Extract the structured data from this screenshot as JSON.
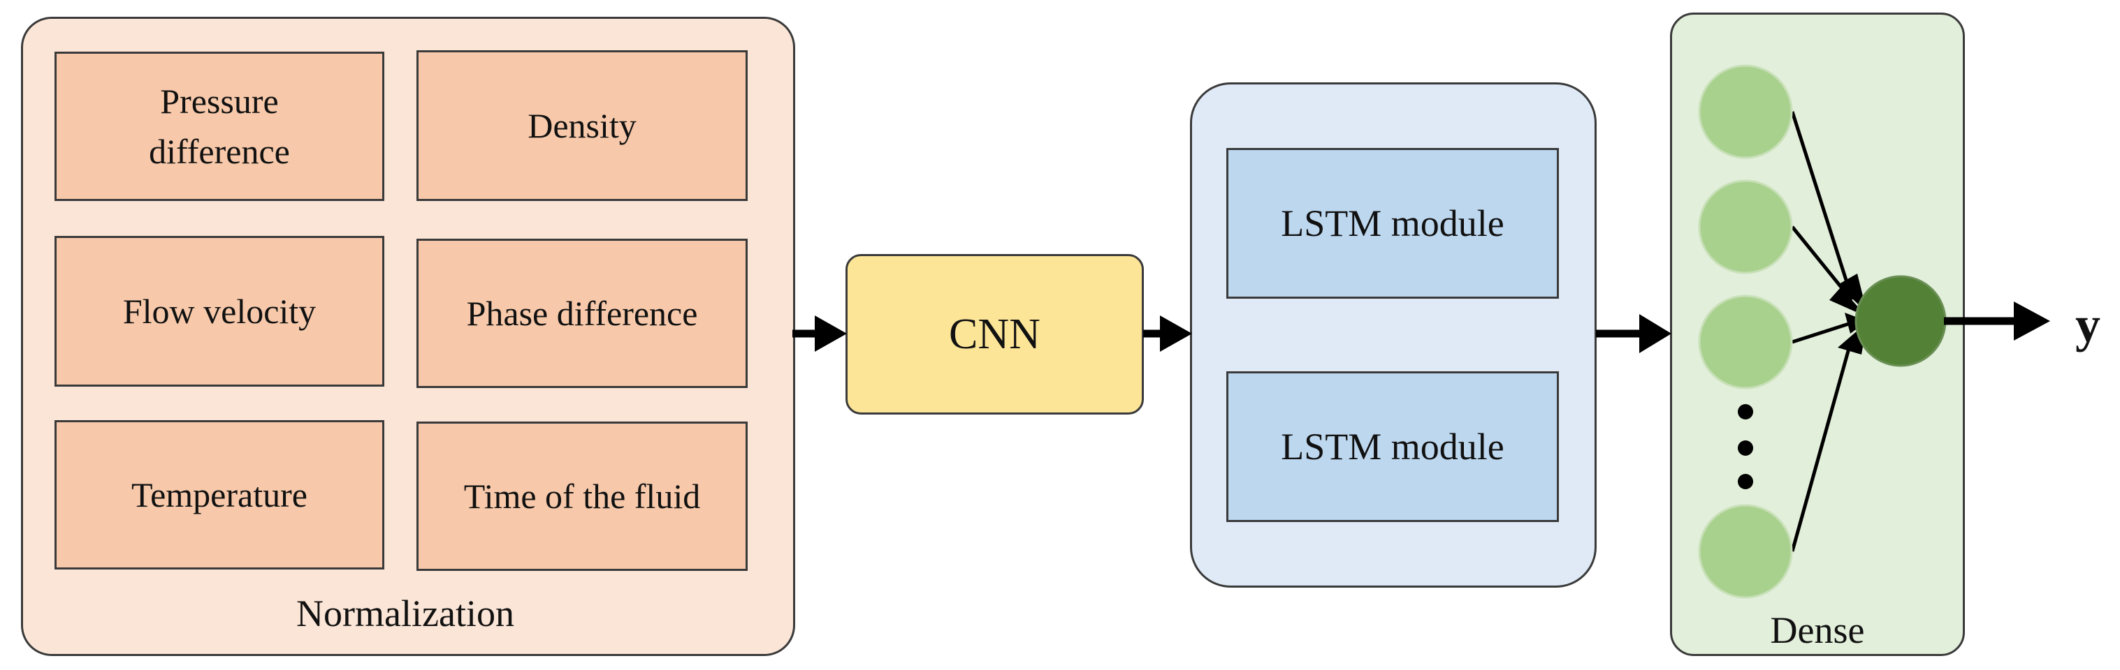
{
  "normalization": {
    "label": "Normalization",
    "features": [
      "Pressure difference",
      "Density",
      "Flow velocity",
      "Phase difference",
      "Temperature",
      "Time of the fluid"
    ]
  },
  "cnn": {
    "label": "CNN"
  },
  "lstm": {
    "modules": [
      "LSTM module",
      "LSTM module"
    ]
  },
  "dense": {
    "label": "Dense",
    "input_nodes_shown": 4,
    "ellipsis_dots": 3
  },
  "output": {
    "label": "y"
  },
  "colors": {
    "normalization_panel": "#fbe5d6",
    "feature_box": "#f7c9aa",
    "cnn_box": "#fde598",
    "lstm_panel": "#dfeaf6",
    "lstm_box": "#bdd7ee",
    "dense_panel": "#e2efda",
    "input_node": "#a9d18e",
    "output_node": "#538135",
    "arrow": "#000000"
  }
}
